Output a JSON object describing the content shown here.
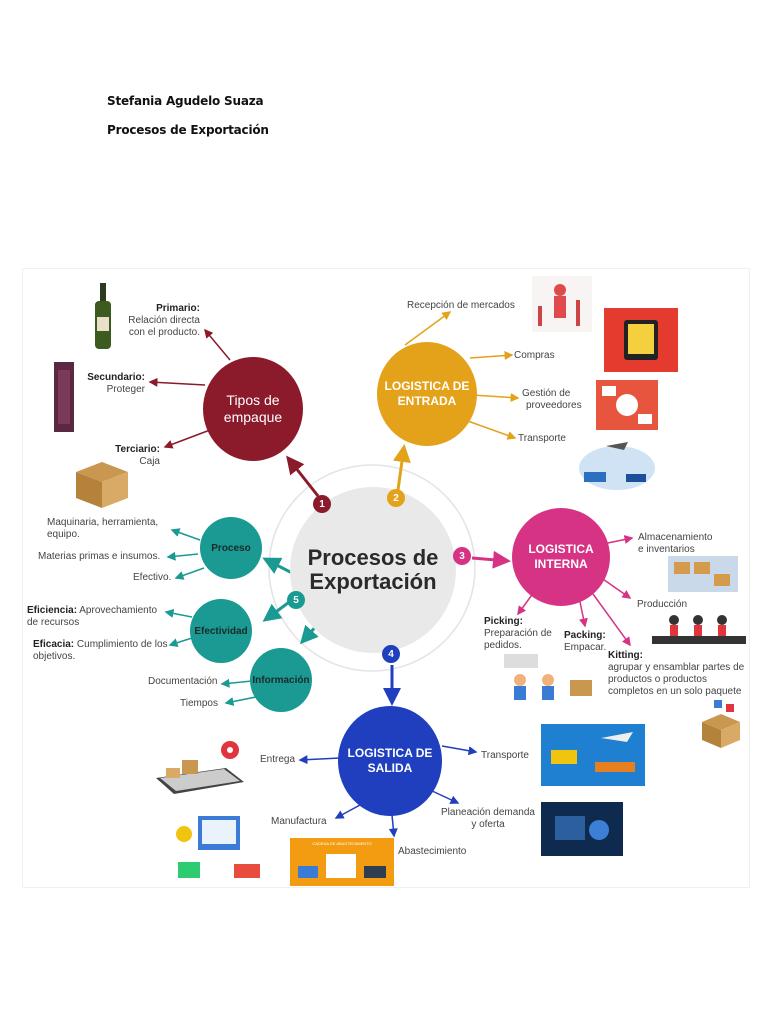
{
  "header": {
    "author": "Stefania Agudelo Suaza",
    "subject": "Procesos de Exportación"
  },
  "center": {
    "title_line1": "Procesos de",
    "title_line2": "Exportación"
  },
  "colors": {
    "empaque": "#8b1a2b",
    "entrada": "#e3a21a",
    "interna": "#d63384",
    "salida": "#1f3fbf",
    "teal": "#1a9a92"
  },
  "badges": [
    "1",
    "2",
    "3",
    "4",
    "5"
  ],
  "empaque": {
    "title_l1": "Tipos de",
    "title_l2": "empaque",
    "primario_label": "Primario:",
    "primario_l1": "Relación directa",
    "primario_l2": "con el producto.",
    "secundario_label": "Secundario:",
    "secundario_text": "Proteger",
    "terciario_label": "Terciario:",
    "terciario_text": "Caja"
  },
  "entrada": {
    "title_l1": "LOGISTICA DE",
    "title_l2": "ENTRADA",
    "items": [
      "Recepción de mercados",
      "Compras",
      "Gestión de",
      "proveedores",
      "Transporte"
    ]
  },
  "interna": {
    "title_l1": "LOGISTICA",
    "title_l2": "INTERNA",
    "almacen_l1": "Almacenamiento",
    "almacen_l2": "e inventarios",
    "produccion": "Producción",
    "picking_label": "Picking:",
    "picking_l1": "Preparación de",
    "picking_l2": "pedidos.",
    "packing_label": "Packing:",
    "packing_text": "Empacar.",
    "kitting_label": "Kitting:",
    "kitting_l1": "agrupar y ensamblar partes de",
    "kitting_l2": "productos o productos",
    "kitting_l3": "completos en un solo paquete"
  },
  "salida": {
    "title_l1": "LOGISTICA DE",
    "title_l2": "SALIDA",
    "entrega": "Entrega",
    "transporte": "Transporte",
    "manufactura": "Manufactura",
    "planeacion_l1": "Planeación demanda",
    "planeacion_l2": "y oferta",
    "abastecimiento": "Abastecimiento"
  },
  "proceso": {
    "title": "Proceso",
    "items": [
      "Maquinaria, herramienta,",
      "equipo.",
      "Materias primas e insumos.",
      "Efectivo."
    ]
  },
  "efectividad": {
    "title": "Efectividad",
    "eficiencia_label": "Eficiencia:",
    "eficiencia_l1": "Aprovechamiento",
    "eficiencia_l2": "de recursos",
    "eficacia_label": "Eficacia:",
    "eficacia_l1": "Cumplimiento de los",
    "eficacia_l2": "objetivos."
  },
  "informacion": {
    "title": "Información",
    "items": [
      "Documentación",
      "Tiempos"
    ]
  },
  "image_caption": "CADENA DE ABASTECIMIENTO"
}
